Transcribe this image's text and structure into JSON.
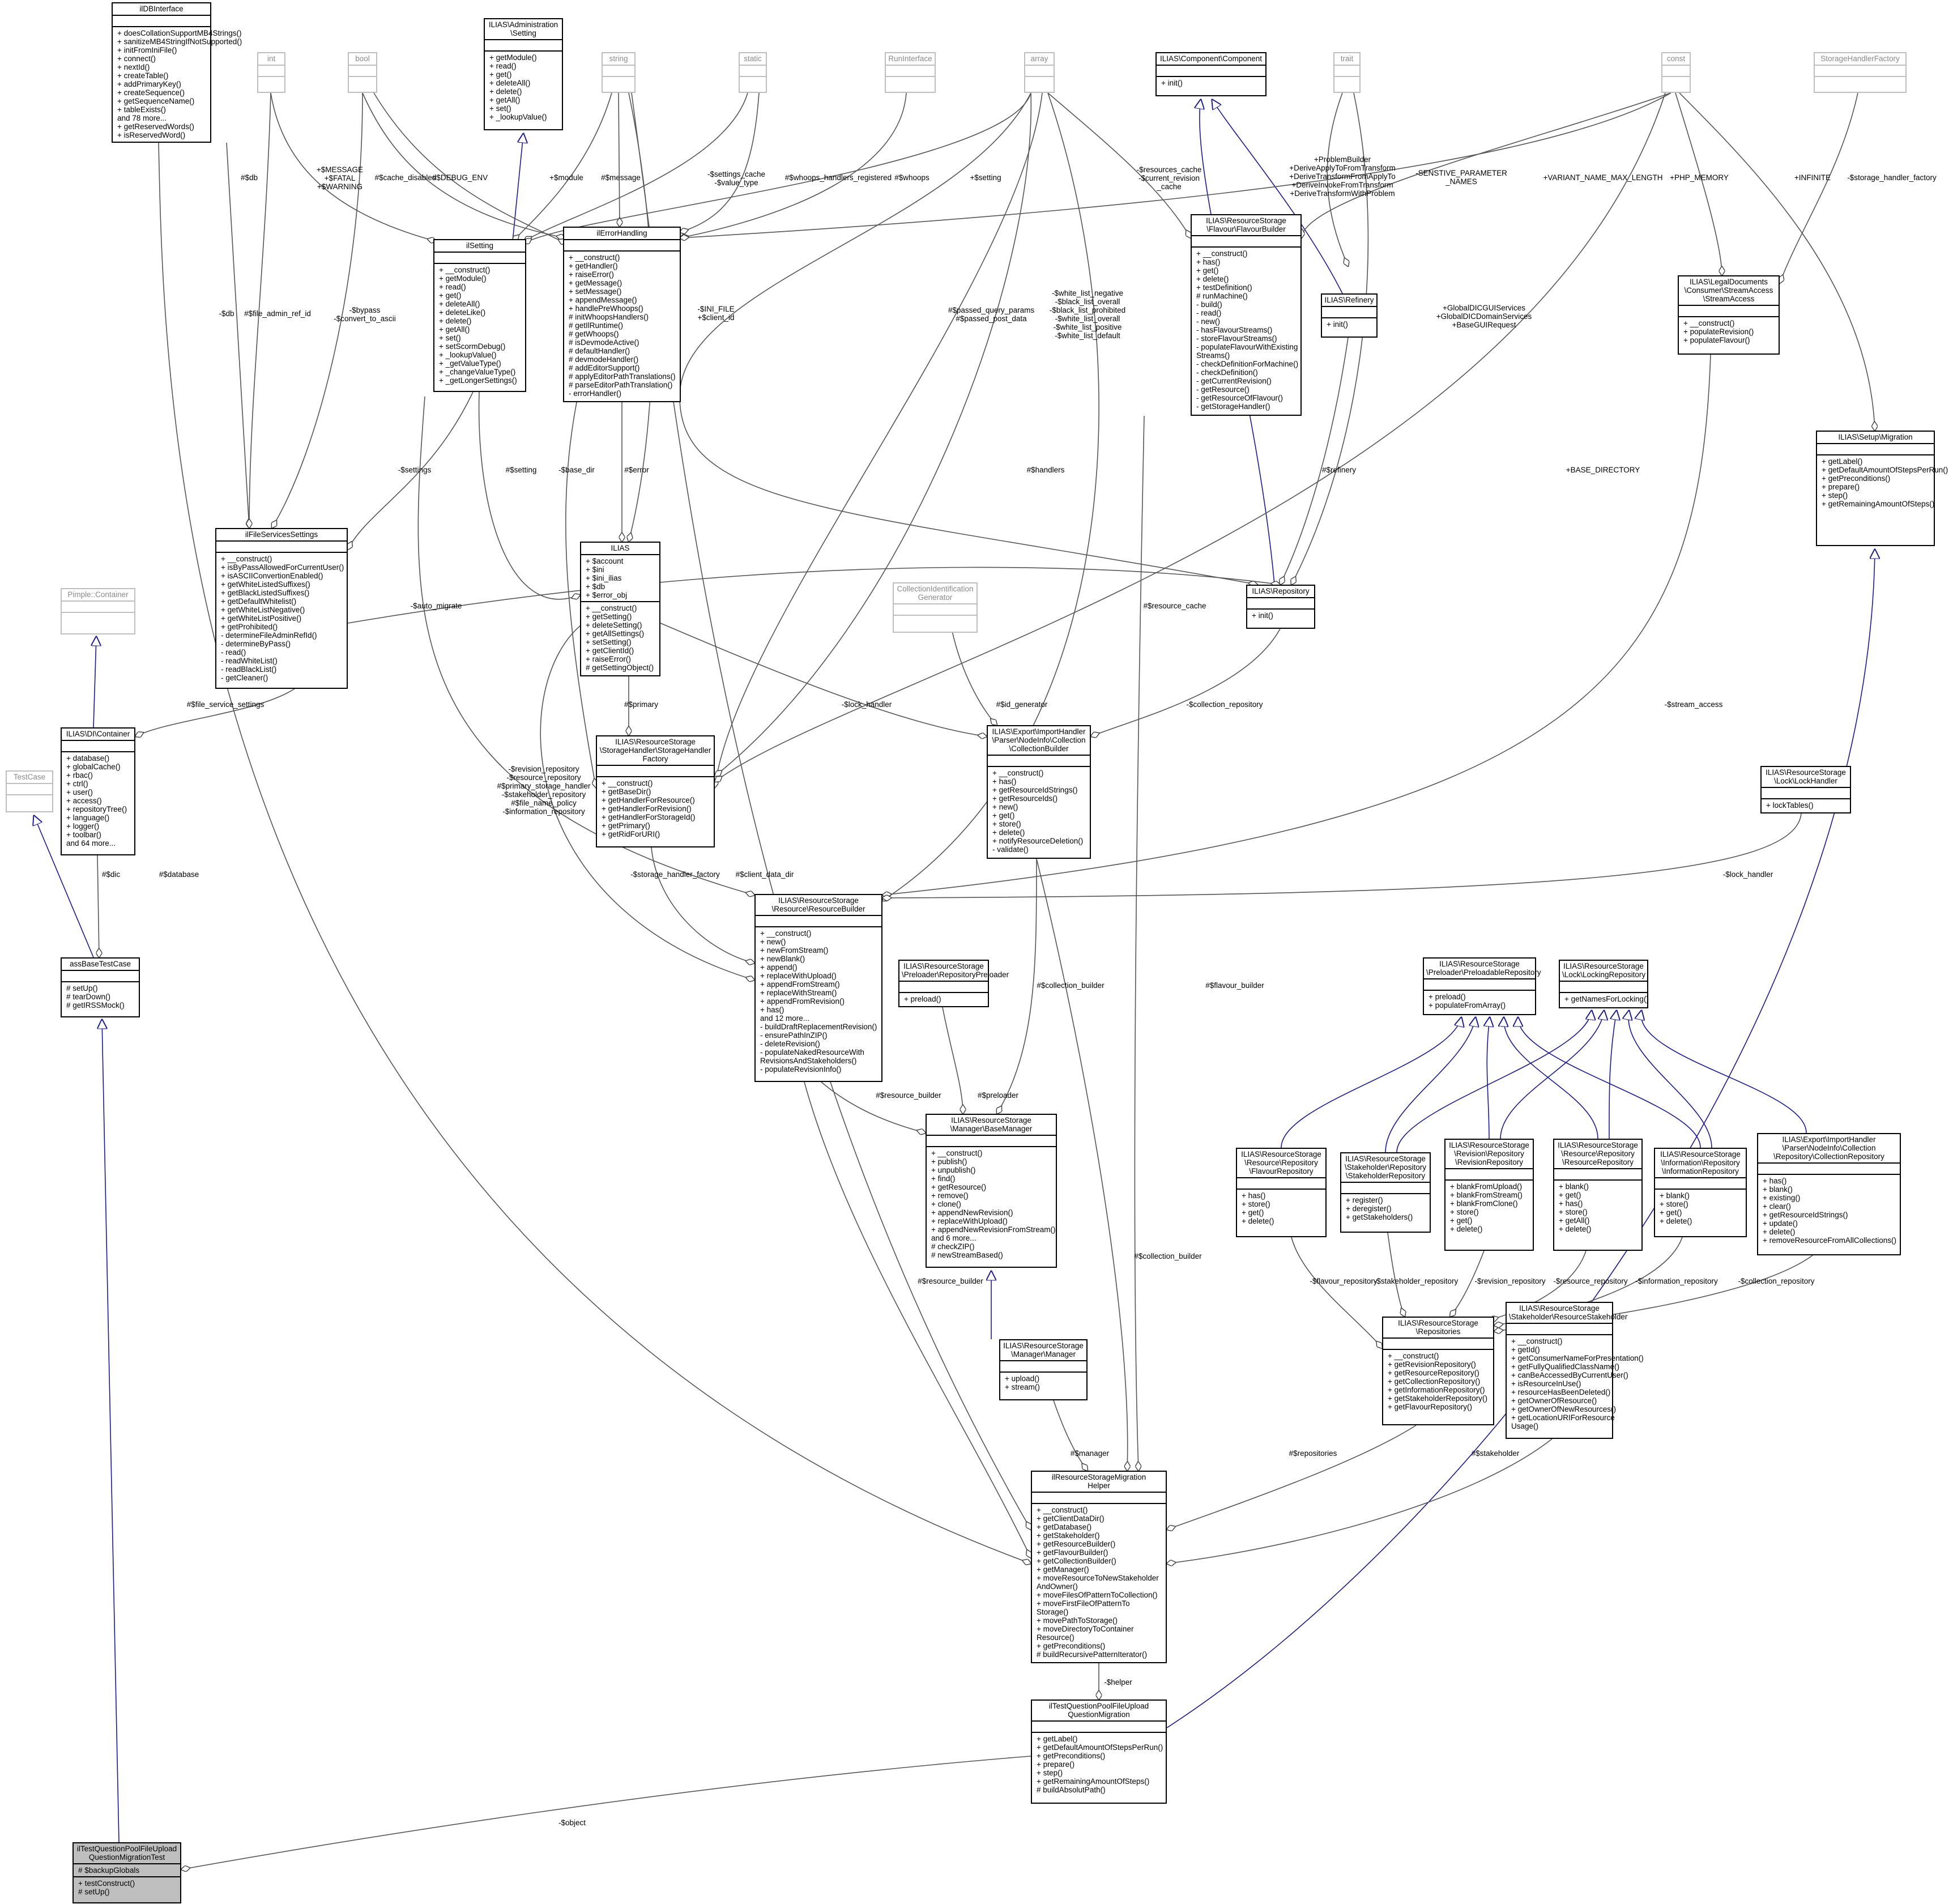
{
  "nodes": {
    "ildbinterface": {
      "title": [
        "ilDBInterface"
      ],
      "attrs": [],
      "methods": [
        "+ doesCollationSupportMB4Strings()",
        "+ sanitizeMB4StringIfNotSupported()",
        "+ initFromIniFile()",
        "+ connect()",
        "+ nextId()",
        "+ createTable()",
        "+ addPrimaryKey()",
        "+ createSequence()",
        "+ getSequenceName()",
        "+ tableExists()",
        "and 78 more...",
        "+ getReservedWords()",
        "+ isReservedWord()"
      ]
    },
    "int": {
      "title": [
        "int"
      ],
      "attrs": [],
      "methods": []
    },
    "bool": {
      "title": [
        "bool"
      ],
      "attrs": [],
      "methods": []
    },
    "admin_setting": {
      "title": [
        "ILIAS\\Administration",
        "\\Setting"
      ],
      "attrs": [],
      "methods": [
        "+ getModule()",
        "+ read()",
        "+ get()",
        "+ deleteAll()",
        "+ delete()",
        "+ getAll()",
        "+ set()",
        "+ _lookupValue()"
      ]
    },
    "string": {
      "title": [
        "string"
      ],
      "attrs": [],
      "methods": []
    },
    "static": {
      "title": [
        "static"
      ],
      "attrs": [],
      "methods": []
    },
    "runinterface": {
      "title": [
        "RunInterface"
      ],
      "attrs": [],
      "methods": []
    },
    "array": {
      "title": [
        "array"
      ],
      "attrs": [],
      "methods": []
    },
    "component": {
      "title": [
        "ILIAS\\Component\\Component"
      ],
      "attrs": [],
      "methods": [
        "+ init()"
      ]
    },
    "trait": {
      "title": [
        "trait"
      ],
      "attrs": [],
      "methods": []
    },
    "const": {
      "title": [
        "const"
      ],
      "attrs": [],
      "methods": []
    },
    "storagehandlerfactory": {
      "title": [
        "StorageHandlerFactory"
      ],
      "attrs": [],
      "methods": []
    },
    "flavourbuilder": {
      "title": [
        "ILIAS\\ResourceStorage",
        "\\Flavour\\FlavourBuilder"
      ],
      "attrs": [],
      "methods": [
        "+ __construct()",
        "+ has()",
        "+ get()",
        "+ delete()",
        "+ testDefinition()",
        "# runMachine()",
        "- build()",
        "- read()",
        "- new()",
        "- hasFlavourStreams()",
        "- storeFlavourStreams()",
        "- populateFlavourWithExisting",
        "Streams()",
        "- checkDefinitionForMachine()",
        "- checkDefinition()",
        "- getCurrentRevision()",
        "- getResource()",
        "- getResourceOfFlavour()",
        "- getStorageHandler()"
      ]
    },
    "refinery": {
      "title": [
        "ILIAS\\Refinery"
      ],
      "attrs": [],
      "methods": [
        "+ init()"
      ]
    },
    "streamaccess": {
      "title": [
        "ILIAS\\LegalDocuments",
        "\\Consumer\\StreamAccess",
        "\\StreamAccess"
      ],
      "attrs": [],
      "methods": [
        "+ __construct()",
        "+ populateRevision()",
        "+ populateFlavour()"
      ]
    },
    "setupmigration": {
      "title": [
        "ILIAS\\Setup\\Migration"
      ],
      "attrs": [],
      "methods": [
        "+ getLabel()",
        "+ getDefaultAmountOfStepsPerRun()",
        "+ getPreconditions()",
        "+ prepare()",
        "+ step()",
        "+ getRemainingAmountOfSteps()"
      ]
    },
    "ilsetting": {
      "title": [
        "ilSetting"
      ],
      "attrs": [],
      "methods": [
        "+ __construct()",
        "+ getModule()",
        "+ read()",
        "+ get()",
        "+ deleteAll()",
        "+ deleteLike()",
        "+ delete()",
        "+ getAll()",
        "+ set()",
        "+ setScormDebug()",
        "+ _lookupValue()",
        "+ _getValueType()",
        "+ _changeValueType()",
        "+ _getLongerSettings()"
      ]
    },
    "ilerrorhandling": {
      "title": [
        "ilErrorHandling"
      ],
      "attrs": [],
      "methods": [
        "+ __construct()",
        "+ getHandler()",
        "+ raiseError()",
        "+ getMessage()",
        "+ setMessage()",
        "+ appendMessage()",
        "+ handlePreWhoops()",
        "# initWhoopsHandlers()",
        "# getIlRuntime()",
        "# getWhoops()",
        "# isDevmodeActive()",
        "# defaultHandler()",
        "# devmodeHandler()",
        "# addEditorSupport()",
        "# applyEditorPathTranslations()",
        "# parseEditorPathTranslation()",
        "- errorHandler()"
      ]
    },
    "ilias": {
      "title": [
        "ILIAS"
      ],
      "attrs": [
        "+ $account",
        "+ $ini",
        "+ $ini_ilias",
        "+ $db",
        "+ $error_obj"
      ],
      "methods": [
        "+ __construct()",
        "+ getSetting()",
        "+ deleteSetting()",
        "+ getAllSettings()",
        "+ setSetting()",
        "+ getClientId()",
        "+ raiseError()",
        "# getSettingObject()"
      ]
    },
    "repository": {
      "title": [
        "ILIAS\\Repository"
      ],
      "attrs": [],
      "methods": [
        "+ init()"
      ]
    },
    "ilfileservicessettings": {
      "title": [
        "ilFileServicesSettings"
      ],
      "attrs": [],
      "methods": [
        "+ __construct()",
        "+ isByPassAllowedForCurrentUser()",
        "+ isASCIIConvertionEnabled()",
        "+ getWhiteListedSuffixes()",
        "+ getBlackListedSuffixes()",
        "+ getDefaultWhitelist()",
        "+ getWhiteListNegative()",
        "+ getWhiteListPositive()",
        "+ getProhibited()",
        "- determineFileAdminRefId()",
        "- determineByPass()",
        "- read()",
        "- readWhiteList()",
        "- readBlackList()",
        "- getCleaner()"
      ]
    },
    "pimple": {
      "title": [
        "Pimple::Container"
      ],
      "attrs": [],
      "methods": []
    },
    "dicontainer": {
      "title": [
        "ILIAS\\DI\\Container"
      ],
      "attrs": [],
      "methods": [
        "+ database()",
        "+ globalCache()",
        "+ rbac()",
        "+ ctrl()",
        "+ user()",
        "+ access()",
        "+ repositoryTree()",
        "+ language()",
        "+ logger()",
        "+ toolbar()",
        "and 64 more..."
      ]
    },
    "testcase": {
      "title": [
        "TestCase"
      ],
      "attrs": [],
      "methods": []
    },
    "assbasetestcase": {
      "title": [
        "assBaseTestCase"
      ],
      "attrs": [],
      "methods": [
        "# setUp()",
        "# tearDown()",
        "# getIRSSMock()"
      ]
    },
    "collidgen": {
      "title": [
        "CollectionIdentification",
        "Generator"
      ],
      "attrs": [],
      "methods": []
    },
    "shfactory": {
      "title": [
        "ILIAS\\ResourceStorage",
        "\\StorageHandler\\StorageHandler",
        "Factory"
      ],
      "attrs": [],
      "methods": [
        "+ __construct()",
        "+ getBaseDir()",
        "+ getHandlerForResource()",
        "+ getHandlerForRevision()",
        "+ getHandlerForStorageId()",
        "+ getPrimary()",
        "+ getRidForURI()"
      ]
    },
    "collbuilder": {
      "title": [
        "ILIAS\\Export\\ImportHandler",
        "\\Parser\\NodeInfo\\Collection",
        "\\CollectionBuilder"
      ],
      "attrs": [],
      "methods": [
        "+ __construct()",
        "+ has()",
        "+ getResourceIdStrings()",
        "+ getResourceIds()",
        "+ new()",
        "+ get()",
        "+ store()",
        "+ delete()",
        "+ notifyResourceDeletion()",
        "- validate()"
      ]
    },
    "lockhandler": {
      "title": [
        "ILIAS\\ResourceStorage",
        "\\Lock\\LockHandler"
      ],
      "attrs": [],
      "methods": [
        "+ lockTables()"
      ]
    },
    "resbuilder": {
      "title": [
        "ILIAS\\ResourceStorage",
        "\\Resource\\ResourceBuilder"
      ],
      "attrs": [],
      "methods": [
        "+ __construct()",
        "+ new()",
        "+ newFromStream()",
        "+ newBlank()",
        "+ append()",
        "+ replaceWithUpload()",
        "+ appendFromStream()",
        "+ replaceWithStream()",
        "+ appendFromRevision()",
        "+ has()",
        "and 12 more...",
        "- buildDraftReplacementRevision()",
        "- ensurePathInZIP()",
        "- deleteRevision()",
        "- populateNakedResourceWith",
        "RevisionsAndStakeholders()",
        "- populateRevisionInfo()"
      ]
    },
    "repopreloader": {
      "title": [
        "ILIAS\\ResourceStorage",
        "\\Preloader\\RepositoryPreloader"
      ],
      "attrs": [],
      "methods": [
        "+ preload()"
      ]
    },
    "preloadablerepo": {
      "title": [
        "ILIAS\\ResourceStorage",
        "\\Preloader\\PreloadableRepository"
      ],
      "attrs": [],
      "methods": [
        "+ preload()",
        "+ populateFromArray()"
      ]
    },
    "lockingrepo": {
      "title": [
        "ILIAS\\ResourceStorage",
        "\\Lock\\LockingRepository"
      ],
      "attrs": [],
      "methods": [
        "+ getNamesForLocking()"
      ]
    },
    "basemanager": {
      "title": [
        "ILIAS\\ResourceStorage",
        "\\Manager\\BaseManager"
      ],
      "attrs": [],
      "methods": [
        "+ __construct()",
        "+ publish()",
        "+ unpublish()",
        "+ find()",
        "+ getResource()",
        "+ remove()",
        "+ clone()",
        "+ appendNewRevision()",
        "+ replaceWithUpload()",
        "+ appendNewRevisionFromStream()",
        "and 6 more...",
        "# checkZIP()",
        "# newStreamBased()"
      ]
    },
    "flavourrepo": {
      "title": [
        "ILIAS\\ResourceStorage",
        "\\Resource\\Repository",
        "\\FlavourRepository"
      ],
      "attrs": [],
      "methods": [
        "+ has()",
        "+ store()",
        "+ get()",
        "+ delete()"
      ]
    },
    "stakeholderrepo": {
      "title": [
        "ILIAS\\ResourceStorage",
        "\\Stakeholder\\Repository",
        "\\StakeholderRepository"
      ],
      "attrs": [],
      "methods": [
        "+ register()",
        "+ deregister()",
        "+ getStakeholders()"
      ]
    },
    "revisionrepo": {
      "title": [
        "ILIAS\\ResourceStorage",
        "\\Revision\\Repository",
        "\\RevisionRepository"
      ],
      "attrs": [],
      "methods": [
        "+ blankFromUpload()",
        "+ blankFromStream()",
        "+ blankFromClone()",
        "+ store()",
        "+ get()",
        "+ delete()"
      ]
    },
    "resourcerepo": {
      "title": [
        "ILIAS\\ResourceStorage",
        "\\Resource\\Repository",
        "\\ResourceRepository"
      ],
      "attrs": [],
      "methods": [
        "+ blank()",
        "+ get()",
        "+ has()",
        "+ store()",
        "+ getAll()",
        "+ delete()"
      ]
    },
    "inforepo": {
      "title": [
        "ILIAS\\ResourceStorage",
        "\\Information\\Repository",
        "\\InformationRepository"
      ],
      "attrs": [],
      "methods": [
        "+ blank()",
        "+ store()",
        "+ get()",
        "+ delete()"
      ]
    },
    "collrepo": {
      "title": [
        "ILIAS\\Export\\ImportHandler",
        "\\Parser\\NodeInfo\\Collection",
        "\\Repository\\CollectionRepository"
      ],
      "attrs": [],
      "methods": [
        "+ has()",
        "+ blank()",
        "+ existing()",
        "+ clear()",
        "+ getResourceIdStrings()",
        "+ update()",
        "+ delete()",
        "+ removeResourceFromAllCollections()"
      ]
    },
    "manager": {
      "title": [
        "ILIAS\\ResourceStorage",
        "\\Manager\\Manager"
      ],
      "attrs": [],
      "methods": [
        "+ upload()",
        "+ stream()"
      ]
    },
    "repositories": {
      "title": [
        "ILIAS\\ResourceStorage",
        "\\Repositories"
      ],
      "attrs": [],
      "methods": [
        "+ __construct()",
        "+ getRevisionRepository()",
        "+ getResourceRepository()",
        "+ getCollectionRepository()",
        "+ getInformationRepository()",
        "+ getStakeholderRepository()",
        "+ getFlavourRepository()"
      ]
    },
    "resstakeholder": {
      "title": [
        "ILIAS\\ResourceStorage",
        "\\Stakeholder\\ResourceStakeholder"
      ],
      "attrs": [],
      "methods": [
        "+ __construct()",
        "+ getId()",
        "+ getConsumerNameForPresentation()",
        "+ getFullyQualifiedClassName()",
        "+ canBeAccessedByCurrentUser()",
        "+ isResourceInUse()",
        "+ resourceHasBeenDeleted()",
        "+ getOwnerOfResource()",
        "+ getOwnerOfNewResources()",
        "+ getLocationURIForResource",
        "Usage()"
      ]
    },
    "helper": {
      "title": [
        "ilResourceStorageMigration",
        "Helper"
      ],
      "attrs": [],
      "methods": [
        "+ __construct()",
        "+ getClientDataDir()",
        "+ getDatabase()",
        "+ getStakeholder()",
        "+ getResourceBuilder()",
        "+ getFlavourBuilder()",
        "+ getCollectionBuilder()",
        "+ getManager()",
        "+ moveResourceToNewStakeholder",
        "AndOwner()",
        "+ moveFilesOfPatternToCollection()",
        "+ moveFirstFileOfPatternTo",
        "Storage()",
        "+ movePathToStorage()",
        "+ moveDirectoryToContainer",
        "Resource()",
        "+ getPreconditions()",
        "# buildRecursivePatternIterator()"
      ]
    },
    "migration": {
      "title": [
        "ilTestQuestionPoolFileUpload",
        "QuestionMigration"
      ],
      "attrs": [],
      "methods": [
        "+ getLabel()",
        "+ getDefaultAmountOfStepsPerRun()",
        "+ getPreconditions()",
        "+ prepare()",
        "+ step()",
        "+ getRemainingAmountOfSteps()",
        "# buildAbsolutPath()"
      ]
    },
    "migrationtest": {
      "title": [
        "ilTestQuestionPoolFileUpload",
        "QuestionMigrationTest"
      ],
      "attrs": [
        "# $backupGlobals"
      ],
      "methods": [
        "+ testConstruct()",
        "# setUp()"
      ]
    }
  },
  "edge_labels": {
    "e_db": [
      "#$db"
    ],
    "e_message_fatal": [
      "+$MESSAGE",
      "+$FATAL",
      "+$WARNING"
    ],
    "e_cache_disabled": [
      "#$cache_disabled"
    ],
    "e_debug_env": [
      "#$DEBUG_ENV"
    ],
    "e_module": [
      "+$module"
    ],
    "e_message": [
      "#$message"
    ],
    "e_settings_cache": [
      "-$settings_cache",
      "-$value_type"
    ],
    "e_whoops_reg": [
      "#$whoops_handlers_registered"
    ],
    "e_whoops": [
      "#$whoops"
    ],
    "e_setting": [
      "+$setting"
    ],
    "e_resources_cache": [
      "-$resources_cache",
      "-$current_revision",
      "_cache"
    ],
    "e_problembuilder": [
      "+ProblemBuilder",
      "+DeriveApplyToFromTransform",
      "+DeriveTransformFromApplyTo",
      "+DeriveInvokeFromTransform",
      "+DeriveTransformWithProblem"
    ],
    "e_sensitive": [
      "-SENSTIVE_PARAMETER",
      "_NAMES"
    ],
    "e_variant": [
      "+VARIANT_NAME_MAX_LENGTH"
    ],
    "e_php_memory": [
      "+PHP_MEMORY"
    ],
    "e_infinite": [
      "+INFINITE"
    ],
    "e_storage_handler_factory": [
      "-$storage_handler_factory"
    ],
    "e_db2": [
      "-$db"
    ],
    "e_file_admin_ref": [
      "#$file_admin_ref_id"
    ],
    "e_bypass": [
      "-$bypass",
      "-$convert_to_ascii"
    ],
    "e_ini_file": [
      "-$INI_FILE",
      "+$client_id"
    ],
    "e_whitelist": [
      "-$white_list_negative",
      "-$black_list_overall",
      "-$black_list_prohibited",
      "-$white_list_overall",
      "-$white_list_positive",
      "-$white_list_default"
    ],
    "e_passed": [
      "#$passed_query_params",
      "#$passed_post_data"
    ],
    "e_global_dic": [
      "+GlobalDICGUIServices",
      "+GlobalDICDomainServices",
      "+BaseGUIRequest"
    ],
    "e_settings": [
      "-$settings"
    ],
    "e_dsetting": [
      "#$setting"
    ],
    "e_error": [
      "#$error"
    ],
    "e_base_dir": [
      "-$base_dir"
    ],
    "e_handlers": [
      "#$handlers"
    ],
    "e_refinery": [
      "#$refinery"
    ],
    "e_base_directory": [
      "+BASE_DIRECTORY"
    ],
    "e_auto_migrate": [
      "-$auto_migrate"
    ],
    "e_resource_cache": [
      "#$resource_cache"
    ],
    "e_file_service_settings": [
      "#$file_service_settings"
    ],
    "e_primary": [
      "#$primary"
    ],
    "e_lock_handler_cb": [
      "-$lock_handler"
    ],
    "e_id_generator": [
      "#$id_generator"
    ],
    "e_collection_repository": [
      "-$collection_repository"
    ],
    "e_stream_access": [
      "-$stream_access"
    ],
    "e_repos_multi": [
      "-$revision_repository",
      "-$resource_repository",
      "#$primary_storage_handler",
      "-$stakeholder_repository",
      "#$file_name_policy",
      "-$information_repository"
    ],
    "e_storage_handler_factory2": [
      "-$storage_handler_factory"
    ],
    "e_lock_handler_rb": [
      "-$lock_handler"
    ],
    "e_dic": [
      "#$dic"
    ],
    "e_database": [
      "#$database"
    ],
    "e_client_data_dir": [
      "#$client_data_dir"
    ],
    "e_flavour_builder": [
      "#$flavour_builder"
    ],
    "e_collection_builder_bm": [
      "#$collection_builder"
    ],
    "e_resource_builder_bm": [
      "#$resource_builder"
    ],
    "e_preloader": [
      "#$preloader"
    ],
    "e_collection_builder_h": [
      "#$collection_builder"
    ],
    "e_resource_builder_h": [
      "#$resource_builder"
    ],
    "e_flavour_repository": [
      "-$flavour_repository"
    ],
    "e_stakeholder_repository": [
      "-$stakeholder_repository"
    ],
    "e_revision_repository": [
      "-$revision_repository"
    ],
    "e_resource_repository": [
      "-$resource_repository"
    ],
    "e_information_repository": [
      "-$information_repository"
    ],
    "e_collection_repository2": [
      "-$collection_repository"
    ],
    "e_manager": [
      "#$manager"
    ],
    "e_repositories": [
      "#$repositories"
    ],
    "e_stakeholder": [
      "#$stakeholder"
    ],
    "e_helper": [
      "-$helper"
    ],
    "e_object": [
      "-$object"
    ]
  },
  "colors": {
    "inherit_arrow": "#1a1a8c",
    "line": "#404040",
    "ghost_border": "#bfbfbf",
    "highlight_fill": "#bfbfbf"
  }
}
